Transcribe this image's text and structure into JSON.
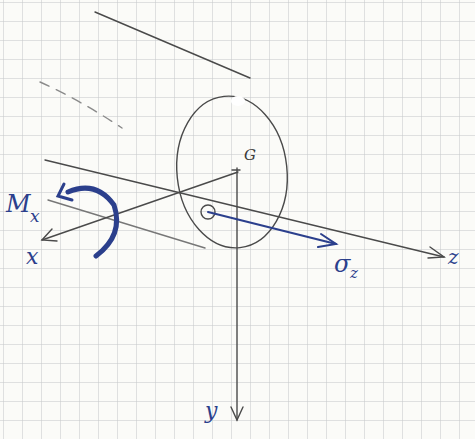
{
  "diagram": {
    "labels": [
      "M",
      "x",
      "x",
      "G",
      "σ",
      "z",
      "y",
      "z"
    ]
  }
}
